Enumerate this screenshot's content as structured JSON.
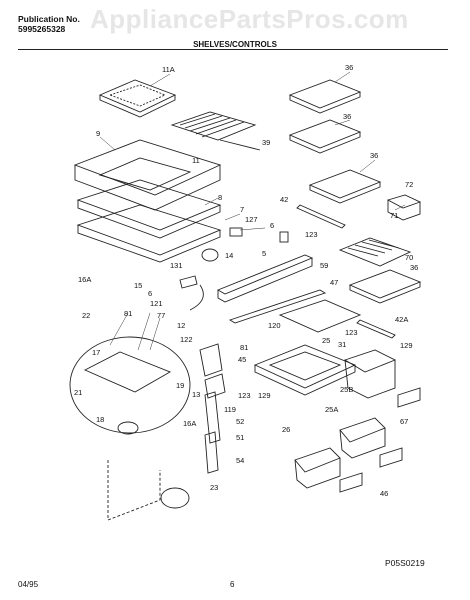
{
  "header": {
    "pub_label": "Publication No.",
    "pub_number": "5995265328",
    "section_title": "SHELVES/CONTROLS",
    "watermark": "AppliancePartsPros.com"
  },
  "diagram": {
    "part_labels": [
      "11A",
      "36",
      "36",
      "36",
      "9",
      "11",
      "39",
      "72",
      "42",
      "71",
      "8",
      "7",
      "127",
      "6",
      "123",
      "70",
      "5",
      "16A",
      "131",
      "14",
      "59",
      "36",
      "15",
      "6",
      "47",
      "121",
      "22",
      "81",
      "77",
      "12",
      "120",
      "42A",
      "123",
      "122",
      "25",
      "31",
      "129",
      "17",
      "45",
      "81",
      "21",
      "19",
      "13",
      "25B",
      "123",
      "129",
      "119",
      "18",
      "16A",
      "52",
      "25A",
      "67",
      "26",
      "51",
      "54",
      "46",
      "23"
    ],
    "figure_code": "P05S0219"
  },
  "footer": {
    "date": "04/95",
    "page": "6"
  }
}
